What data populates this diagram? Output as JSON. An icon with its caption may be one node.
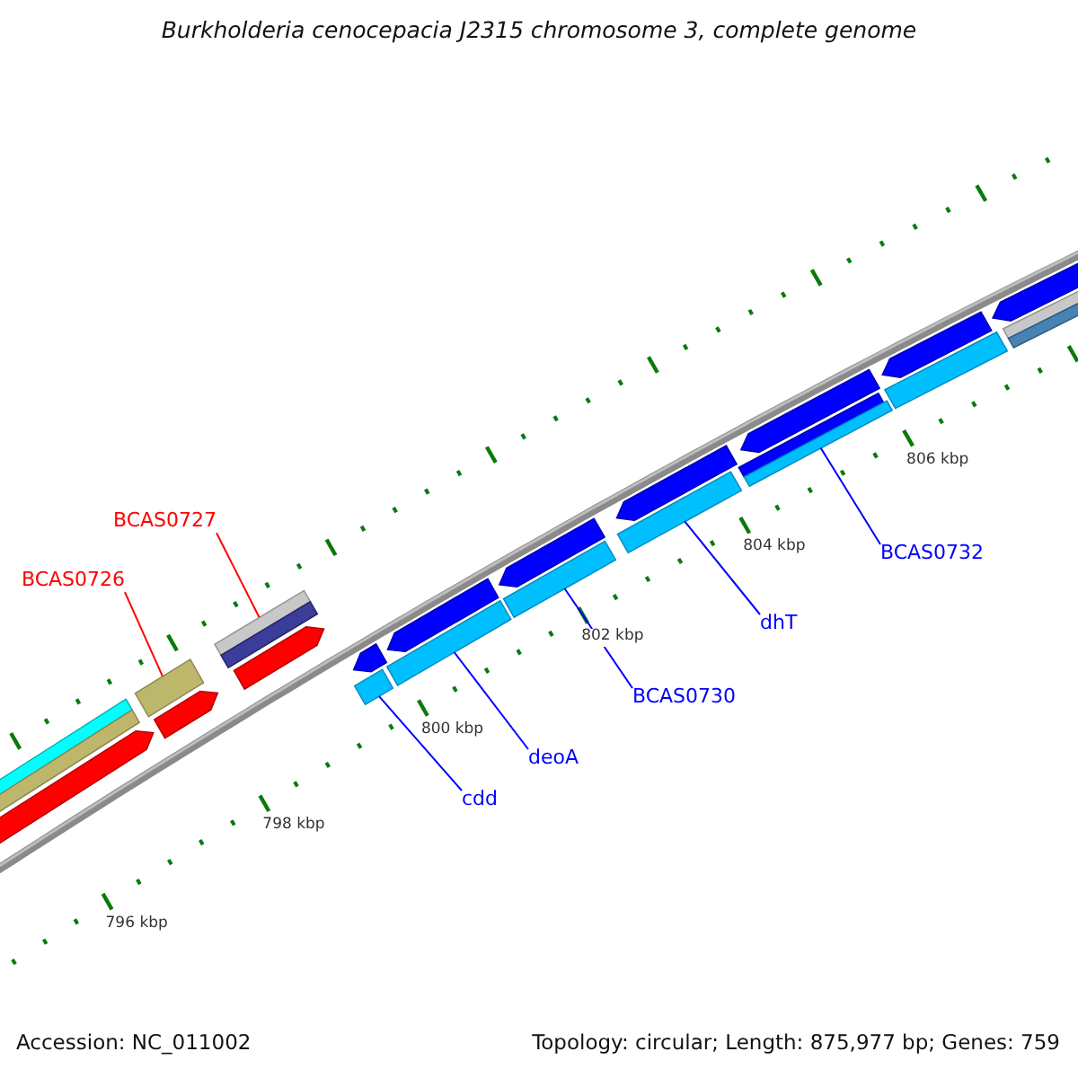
{
  "diagram": {
    "title": "Burkholderia cenocepacia J2315 chromosome 3, complete genome",
    "nodes": [
      {
        "text": [
          "BCAS0727"
        ]
      },
      {
        "text": [
          "BCAS0726"
        ]
      },
      {
        "text": [
          "BCAS0732"
        ]
      },
      {
        "text": [
          "dhT"
        ]
      },
      {
        "text": [
          "BCAS0730"
        ]
      },
      {
        "text": [
          "deoA"
        ]
      },
      {
        "text": [
          "cdd"
        ]
      },
      {
        "text": [],
        "shape": "bar"
      },
      {
        "text": [],
        "shape": "pentagon"
      },
      {
        "text": [],
        "shape": "bar"
      },
      {
        "text": [],
        "shape": "pentagon"
      },
      {
        "text": [],
        "shape": "bar"
      },
      {
        "text": [],
        "shape": "pentagon"
      },
      {
        "text": [],
        "shape": "bar"
      },
      {
        "text": [],
        "shape": "pentagon"
      },
      {
        "text": [],
        "shape": "bar"
      },
      {
        "text": [],
        "shape": "pentagon"
      },
      {
        "text": [],
        "shape": "bar"
      },
      {
        "text": [],
        "shape": "pentagon"
      },
      {
        "text": [],
        "shape": "bar"
      },
      {
        "text": [],
        "shape": "pentagon"
      },
      {
        "text": [],
        "shape": "bar"
      },
      {
        "text": [],
        "shape": "pentagon"
      },
      {
        "text": [],
        "shape": "bar"
      },
      {
        "text": [],
        "shape": "pentagon"
      },
      {
        "text": [],
        "shape": "pentagon"
      },
      {
        "text": [],
        "shape": "bar"
      }
    ],
    "edges": [
      {
        "from": 0,
        "to": 11,
        "arrow": "none",
        "color": "#ff0000"
      },
      {
        "from": 1,
        "to": 9,
        "arrow": "none",
        "color": "#ff0000"
      },
      {
        "from": 2,
        "to": 21,
        "arrow": "none"
      },
      {
        "from": 3,
        "to": 19,
        "arrow": "none"
      },
      {
        "from": 4,
        "to": 17,
        "arrow": "none"
      },
      {
        "from": 5,
        "to": 15,
        "arrow": "none"
      },
      {
        "from": 6,
        "to": 13,
        "arrow": "none"
      }
    ],
    "labels": [
      "806 kbp",
      "804 kbp",
      "802 kbp",
      "800 kbp",
      "798 kbp",
      "796 kbp",
      "Accession: NC_011002",
      "Topology: circular; Length: 875,977 bp; Genes: 759"
    ]
  }
}
